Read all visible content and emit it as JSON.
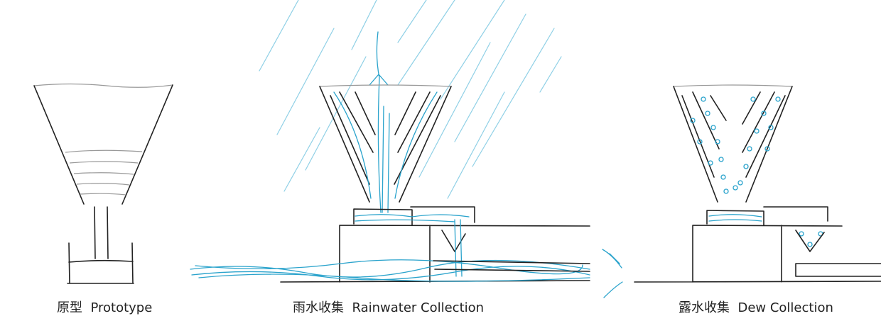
{
  "panels": [
    {
      "label_cn": "原型",
      "label_en": "Prototype"
    },
    {
      "label_cn": "雨水收集",
      "label_en": "Rainwater Collection"
    },
    {
      "label_cn": "露水收集",
      "label_en": "Dew Collection"
    }
  ],
  "colors": {
    "ink": "#222222",
    "water": "#2aa3cc"
  }
}
